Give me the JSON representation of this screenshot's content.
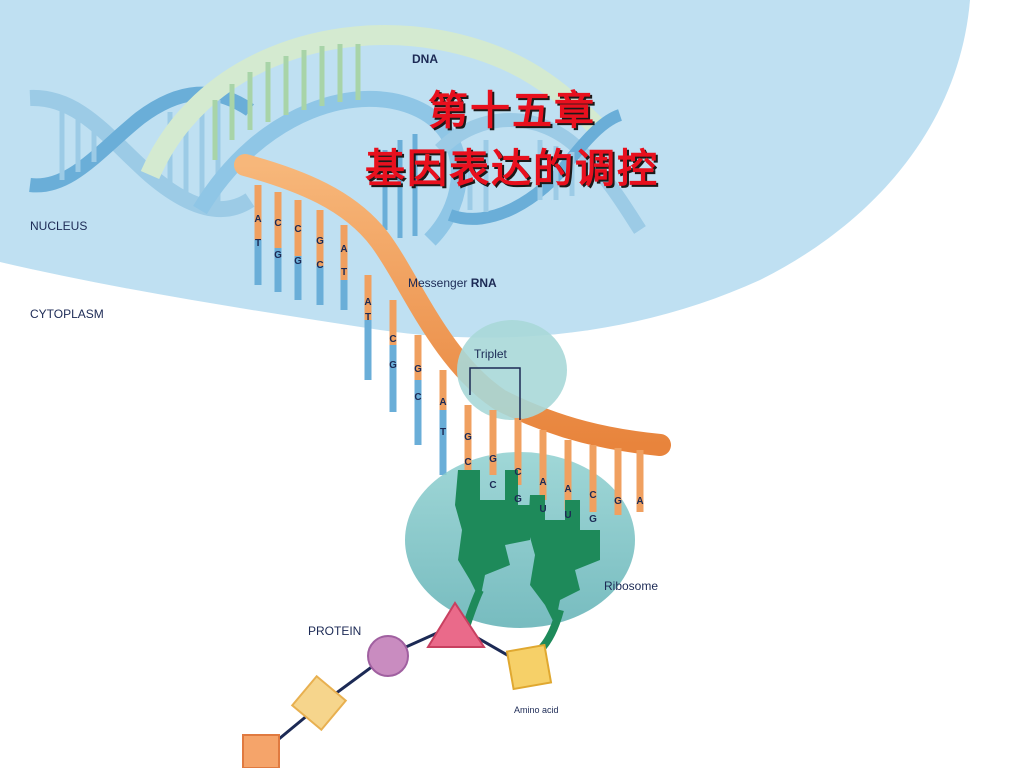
{
  "title": {
    "line1": "第十五章",
    "line2": "基因表达的调控"
  },
  "labels": {
    "dna": "DNA",
    "nucleus": "NUCLEUS",
    "cytoplasm": "CYTOPLASM",
    "messenger_rna_prefix": "Messenger ",
    "messenger_rna_suffix": "RNA",
    "triplet": "Triplet",
    "ribosome": "Ribosome",
    "protein": "PROTEIN",
    "amino_acid": "Amino acid"
  },
  "bases": {
    "dna_top": [
      "A",
      "C",
      "C",
      "G",
      "A"
    ],
    "dna_bottom": [
      "T",
      "G",
      "G",
      "C",
      "T"
    ],
    "dna_lower_top": [
      "A",
      "C",
      "G",
      "A"
    ],
    "dna_lower_bottom": [
      "T",
      "G",
      "C",
      "T"
    ],
    "rna": [
      "G",
      "G",
      "C",
      "A",
      "A",
      "C",
      "G",
      "A"
    ],
    "anticodon": [
      "C",
      "C",
      "G",
      "U",
      "U",
      "G"
    ]
  },
  "colors": {
    "nucleus": "#bfe0f2",
    "dna_strand": "#8fc6e6",
    "rna_strand": "#f0a060",
    "ribosome": "#7cc4c4",
    "trna": "#1e8a5a",
    "title": "#e8101e",
    "label_text": "#1c2a55"
  }
}
